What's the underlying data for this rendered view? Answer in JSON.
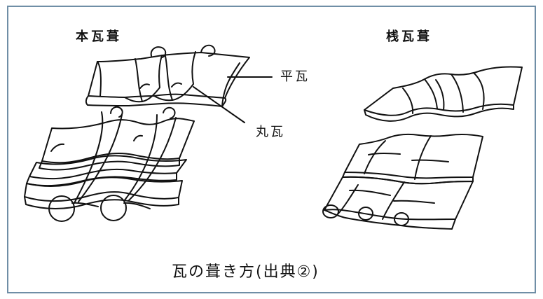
{
  "labels": {
    "hon_gawarabuki": "本瓦葺",
    "sangawarabuki": "桟瓦葺",
    "hiragawara": "平瓦",
    "marugawara": "丸瓦",
    "caption": "瓦の葺き方(出典②)"
  },
  "colors": {
    "border": "#6f8ea6",
    "ink": "#111111",
    "paper": "#ffffff"
  }
}
